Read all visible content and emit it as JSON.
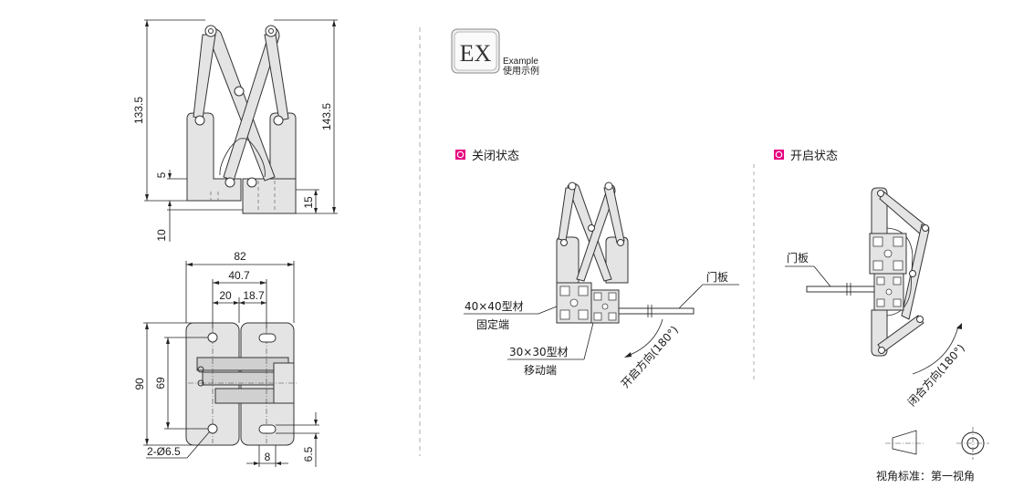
{
  "dimensions": {
    "height_total": "133.5",
    "height_total2": "143.5",
    "dim_5": "5",
    "dim_10": "10",
    "dim_15": "15",
    "width_82": "82",
    "width_40_7": "40.7",
    "width_20": "20",
    "width_18_7": "18.7",
    "height_90": "90",
    "height_69": "69",
    "hole_label": "2-Ø6.5",
    "dim_8": "8",
    "dim_6_5": "6.5"
  },
  "example_badge": {
    "letters": "EX",
    "label_en": "Example",
    "label_cn": "使用示例"
  },
  "closed_state": {
    "title": "关闭状态",
    "profile_40": "40×40型材",
    "fixed_end": "固定端",
    "profile_30": "30×30型材",
    "moving_end": "移动端",
    "door": "门板",
    "direction": "开启方向(180°)"
  },
  "open_state": {
    "title": "开启状态",
    "door": "门板",
    "direction": "闭合方向(180°)"
  },
  "view_standard": "视角标准：第一视角",
  "colors": {
    "marker": "#e6007e",
    "part_fill": "#e4e4e4",
    "line": "#222222"
  }
}
